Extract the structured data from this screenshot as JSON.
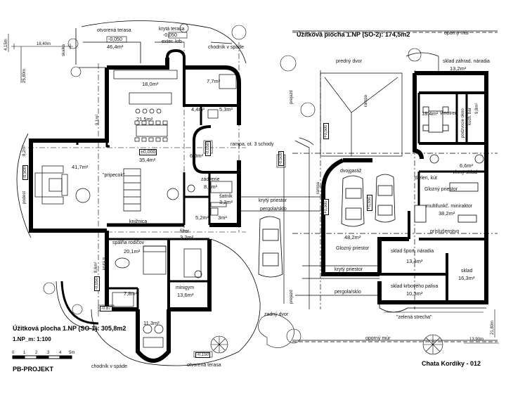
{
  "left_plan": {
    "title": "Úžitková plocha 1.NP (SO-1): 305,8m2",
    "scale": "1.NP_m: 1:100",
    "scale_ticks": [
      "0",
      "1",
      "2",
      "3",
      "4",
      "5m"
    ],
    "company": "PB-PROJEKT",
    "labels": {
      "otvorena_terasa_top": "otvorená terasa",
      "area_terrace_top": "46,4m²",
      "level_terrace_top": "-0,050",
      "kryta_terasa": "krytá terasa",
      "exter_krb": "exter. krb",
      "level_krb": "-0,050",
      "chodnik_top": "chodník v spáde",
      "dim_top": "18,40m",
      "dim_left_v": "25,80m",
      "dim_small": "4,15m",
      "skalka": "skalka",
      "room_kitchen": "18,0m²",
      "room_dining": "21,5m²",
      "room_living": "35,4m²",
      "level_zero": "±0,000",
      "room_big": "41,7m²",
      "pripecok": "\"pripecok\"",
      "room_9": "9,1m²",
      "room_8": "8,2m²",
      "level_8": "-0,500",
      "podest": "podest",
      "room_77": "7,7m²",
      "room_44": "4,4m²",
      "room_53": "5,3m²",
      "room_68": "6,8m²",
      "level_68": "-0,050",
      "zadverie": "zádverie",
      "room_81": "8,1m²",
      "satnik": "šatník",
      "room_32a": "3,2m²",
      "room_52": "5,2m²",
      "room_3m": "3m²",
      "kniznica": "knižnica",
      "filter": "filter",
      "room_32b": "3,2m²",
      "spalna": "spálňa rodičov",
      "room_201": "20,1m²",
      "kryta_tr": "krytá tr.",
      "room_86": "8,6m²",
      "level_86": "-0,050",
      "room_78": "7,8m²",
      "minigym": "minigym",
      "room_136": "13,6m²",
      "room_113": "11,3m²",
      "level_bottom_left": "-0,87",
      "level_bottom": "-0,150",
      "chodnik_bottom": "chodník v spáde",
      "otvorena_terasa_bottom": "otvorená terasa",
      "rampa": "rampa, ot. 3 schody",
      "level_rampa": "-0,500",
      "kryty_priestor": "krytý priestor",
      "pergola": "pergola/sklo"
    }
  },
  "right_plan": {
    "title": "Úžitková plocha 1.NP (SO-2): 174,5m2",
    "name": "Chata Kordíky - 012",
    "labels": {
      "predny_dvor": "predný dvor",
      "oporny_mur_top": "oporný múr",
      "rampa": "rampa",
      "prejazd_top": "prejazd",
      "level_500": "+0,500",
      "sklad_zahr": "sklad záhrad. náradia",
      "area_132": "13,2m²",
      "room_184": "18,4m²",
      "vinotren": "vínotreň",
      "podzemne_okno": "podzvocie okno",
      "kuch_bar": "kuch. bar",
      "area_98": "9,8m²",
      "area_66": "6,6m²",
      "vinny_sklad": "vínny sklad",
      "dvojgaraz": "dvojgaráž",
      "dielen": "dielen, kút",
      "glozny": "Glozný priestor",
      "multifunk": "multifunkč. miniraktor",
      "area_382": "38,2m²",
      "prislusenstvo": "príslušenstvo",
      "area_482": "48,2m²",
      "level_550": "+0,550",
      "glozny_2": "Glozný priestor",
      "sklad_sport": "sklad šport. náradia",
      "area_134": "13,4m²",
      "sklad_16": "sklad",
      "area_163": "16,3m²",
      "kryty_priestor": "krytý priestor",
      "pergola": "pergola/sklo",
      "sklad_krb": "sklad krbového paliva",
      "area_103": "10,3m²",
      "zelena": "\"zelená strecha\"",
      "zadny_dvor": "zadný dvor",
      "oporny_mur_bottom": "oporný múr",
      "dim_right": "21,80m",
      "dim_bottom": "13,90m",
      "prejazd_mid": "prejazd",
      "rampa_mid": "rampa",
      "level_mid": "+0,500"
    }
  }
}
